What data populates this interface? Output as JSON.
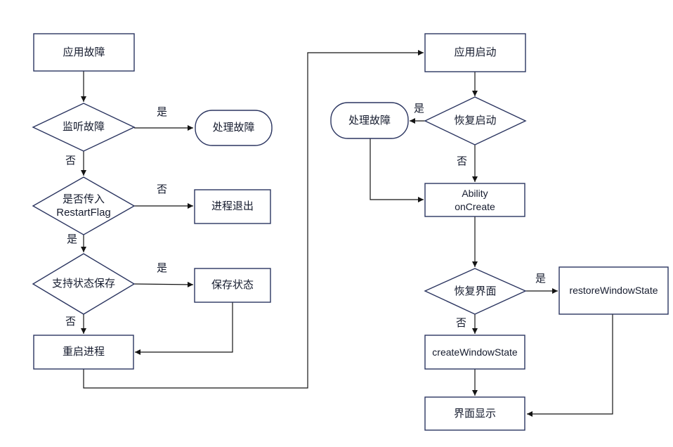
{
  "colors": {
    "background": "#ffffff",
    "shape_border": "#2b3560",
    "connector": "#141414",
    "text": "#151b2e"
  },
  "nodes": {
    "app_fault": {
      "type": "process",
      "label": "应用故障"
    },
    "listen_fault": {
      "type": "decision",
      "label": "监听故障"
    },
    "handle_fault_left": {
      "type": "terminator",
      "label": "处理故障"
    },
    "restart_flag": {
      "type": "decision",
      "label": "是否传入\nRestartFlag"
    },
    "process_exit": {
      "type": "process",
      "label": "进程退出"
    },
    "support_state_save": {
      "type": "decision",
      "label": "支持状态保存"
    },
    "save_state": {
      "type": "process",
      "label": "保存状态"
    },
    "restart_process": {
      "type": "process",
      "label": "重启进程"
    },
    "app_start": {
      "type": "process",
      "label": "应用启动"
    },
    "recover_start": {
      "type": "decision",
      "label": "恢复启动"
    },
    "handle_fault_right": {
      "type": "terminator",
      "label": "处理故障"
    },
    "ability_oncreate": {
      "type": "process",
      "label": "Ability\nonCreate"
    },
    "recover_ui": {
      "type": "decision",
      "label": "恢复界面"
    },
    "restore_window_state": {
      "type": "process",
      "label": "restoreWindowState"
    },
    "create_window_state": {
      "type": "process",
      "label": "createWindowState"
    },
    "ui_display": {
      "type": "process",
      "label": "界面显示"
    }
  },
  "edge_labels": {
    "listen_fault_yes": "是",
    "listen_fault_no": "否",
    "restart_flag_no": "否",
    "restart_flag_yes": "是",
    "support_save_yes": "是",
    "support_save_no": "否",
    "recover_start_yes": "是",
    "recover_start_no": "否",
    "recover_ui_yes": "是",
    "recover_ui_no": "否"
  }
}
